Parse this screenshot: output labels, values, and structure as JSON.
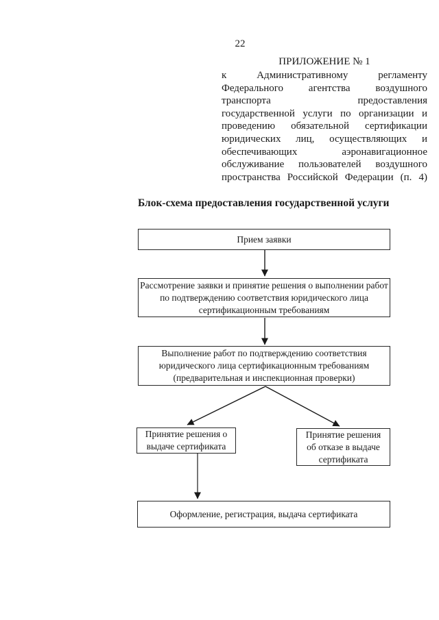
{
  "colors": {
    "ink": "#1a1a1a",
    "box_border": "#262626",
    "paper": "#ffffff"
  },
  "page": {
    "number": "22",
    "appendix_heading": "ПРИЛОЖЕНИЕ № 1",
    "appendix_lines": [
      "к Административному регламенту",
      "Федерального агентства воздушного",
      "транспорта предоставления",
      "государственной услуги по организации и",
      "проведению обязательной сертификации",
      "юридических лиц, осуществляющих и",
      "обеспечивающих аэронавигационное",
      "обслуживание пользователей воздушного",
      "пространства Российской Федерации (п. 4)"
    ],
    "diagram_title": "Блок-схема предоставления государственной услуги"
  },
  "flowchart": {
    "boxes": [
      {
        "name": "accept-application",
        "lines": [
          "Прием заявки"
        ]
      },
      {
        "name": "review-application",
        "lines": [
          "Рассмотрение заявки и принятие решения о выполнении работ",
          "по подтверждению соответствия юридического лица",
          "сертификационным требованиям"
        ]
      },
      {
        "name": "perform-works",
        "lines": [
          "Выполнение работ по подтверждению соответствия",
          "юридического лица сертификационным требованиям",
          "(предварительная и инспекционная проверки)"
        ]
      },
      {
        "name": "decision-issue",
        "lines": [
          "Принятие решения о",
          "выдаче сертификата"
        ]
      },
      {
        "name": "decision-refuse",
        "lines": [
          "Принятие решения",
          "об отказе в выдаче",
          "сертификата"
        ]
      },
      {
        "name": "issue-certificate",
        "lines": [
          "Оформление, регистрация, выдача сертификата"
        ]
      }
    ]
  }
}
